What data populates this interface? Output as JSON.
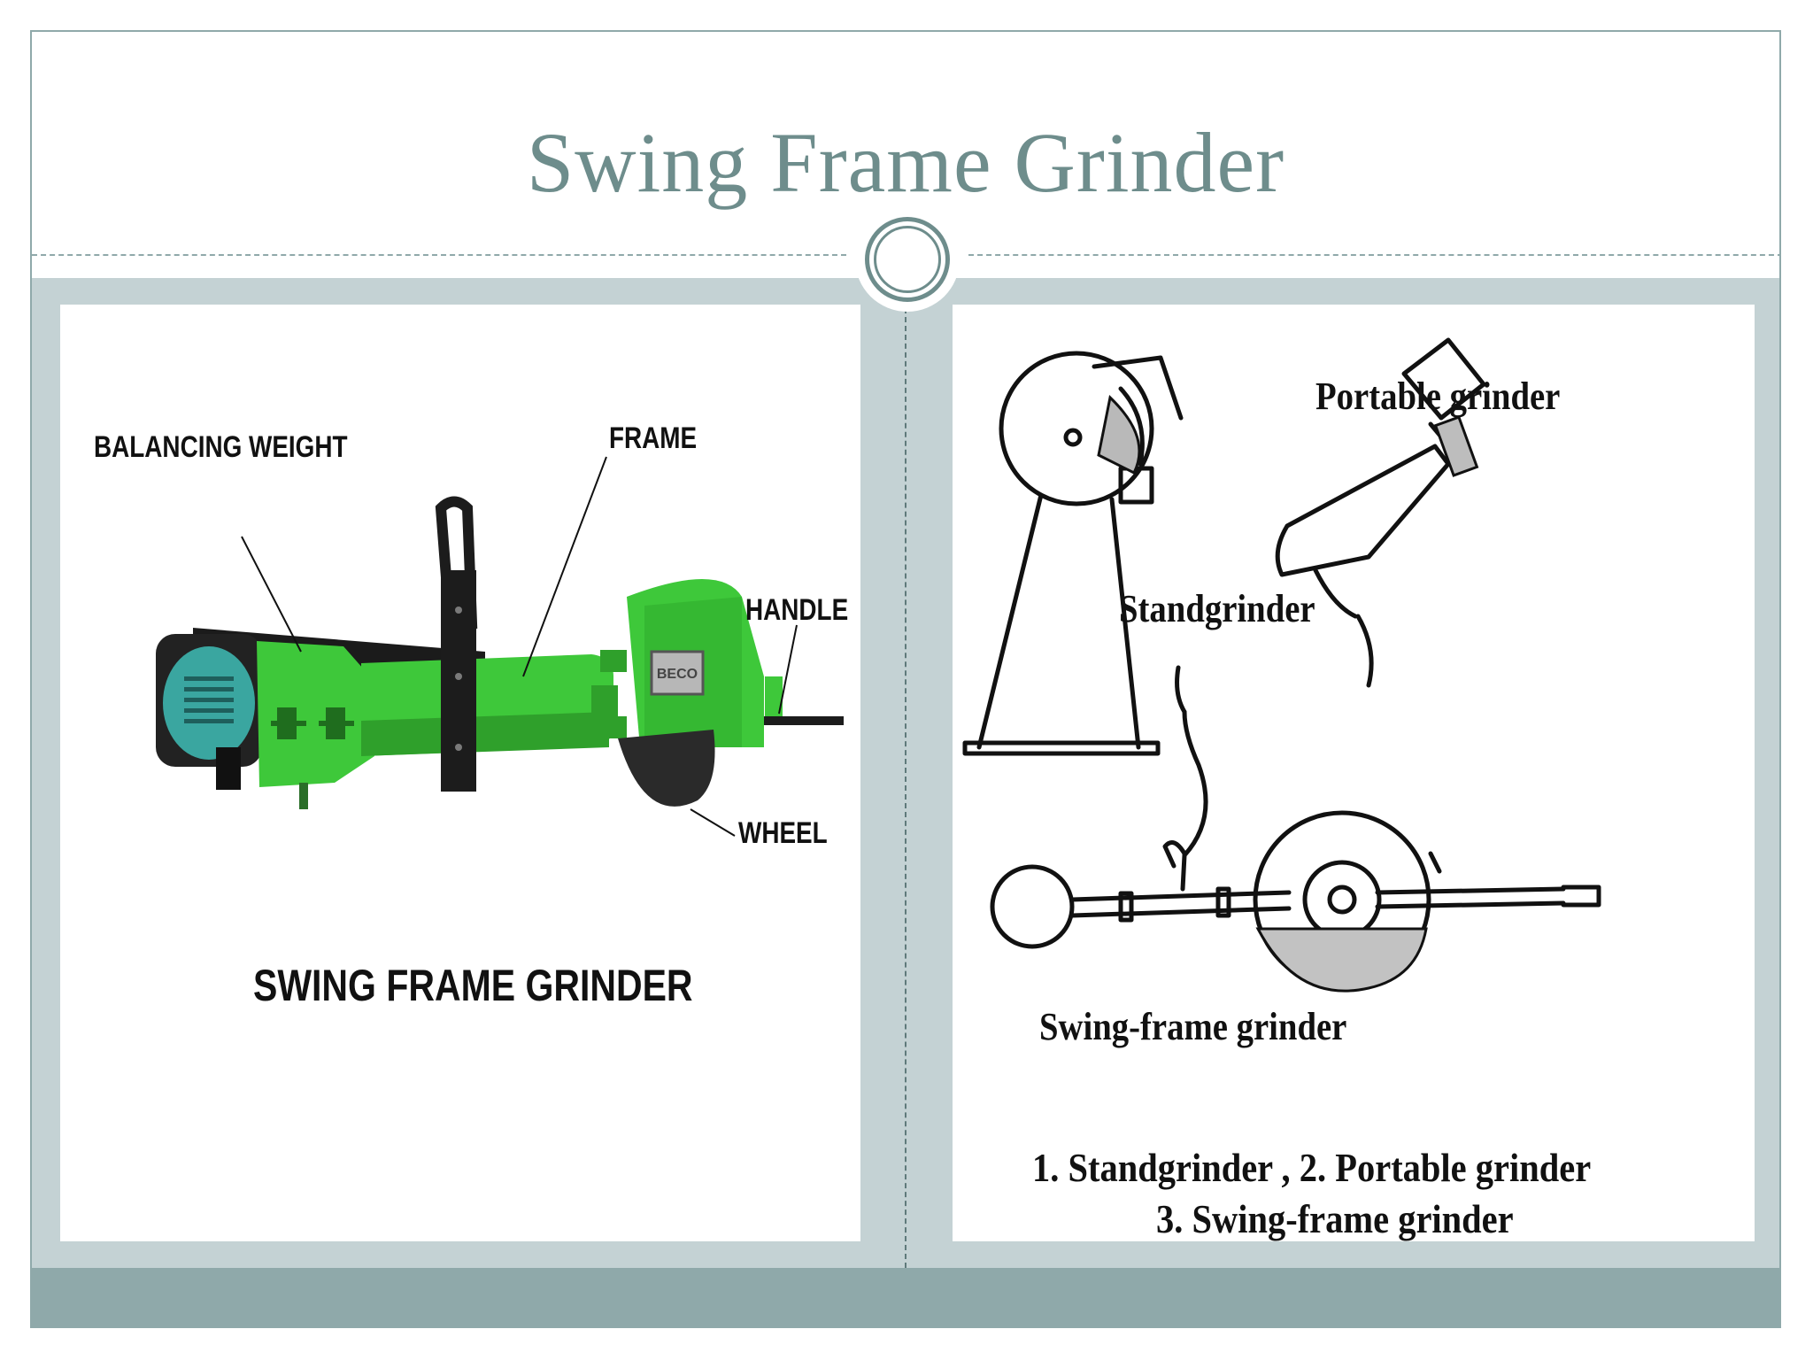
{
  "slide": {
    "title": "Swing Frame Grinder"
  },
  "left_figure": {
    "labels": {
      "balancing_weight": "BALANCING WEIGHT",
      "frame": "FRAME",
      "handle": "HANDLE",
      "wheel": "WHEEL"
    },
    "caption": "SWING FRAME GRINDER",
    "badge": "BECO"
  },
  "right_figure": {
    "labels": {
      "portable": "Portable grinder",
      "stand": "Standgrinder",
      "swing": "Swing-frame grinder"
    },
    "caption_line1": "1. Standgrinder , 2. Portable grinder",
    "caption_line2": "3. Swing-frame grinder"
  },
  "colors": {
    "title": "#6e8d8c",
    "band": "#c4d2d4",
    "footer": "#8fa9aa",
    "machine_green": "#3ec83a"
  }
}
